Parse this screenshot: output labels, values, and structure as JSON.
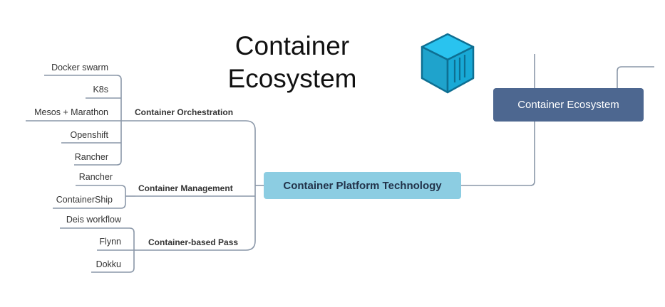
{
  "title": {
    "line1": "Container",
    "line2": "Ecosystem"
  },
  "root": {
    "label": "Container Ecosystem"
  },
  "platform": {
    "label": "Container Platform Technology"
  },
  "categories": [
    {
      "label": "Container Orchestration",
      "items": [
        "Docker swarm",
        "K8s",
        "Mesos + Marathon",
        "Openshift",
        "Rancher"
      ]
    },
    {
      "label": "Container Management",
      "items": [
        "Rancher",
        "ContainerShip"
      ]
    },
    {
      "label": "Container-based Pass",
      "items": [
        "Deis workflow",
        "Flynn",
        "Dokku"
      ]
    }
  ],
  "icons": {
    "logo": "container-box-icon"
  },
  "colors": {
    "root_fill": "#4d6790",
    "platform_fill": "#8ccde2",
    "connector": "#8a97a8",
    "icon_light": "#29c3ef",
    "icon_mid": "#1fa3cc",
    "icon_dark": "#0e6f92"
  }
}
